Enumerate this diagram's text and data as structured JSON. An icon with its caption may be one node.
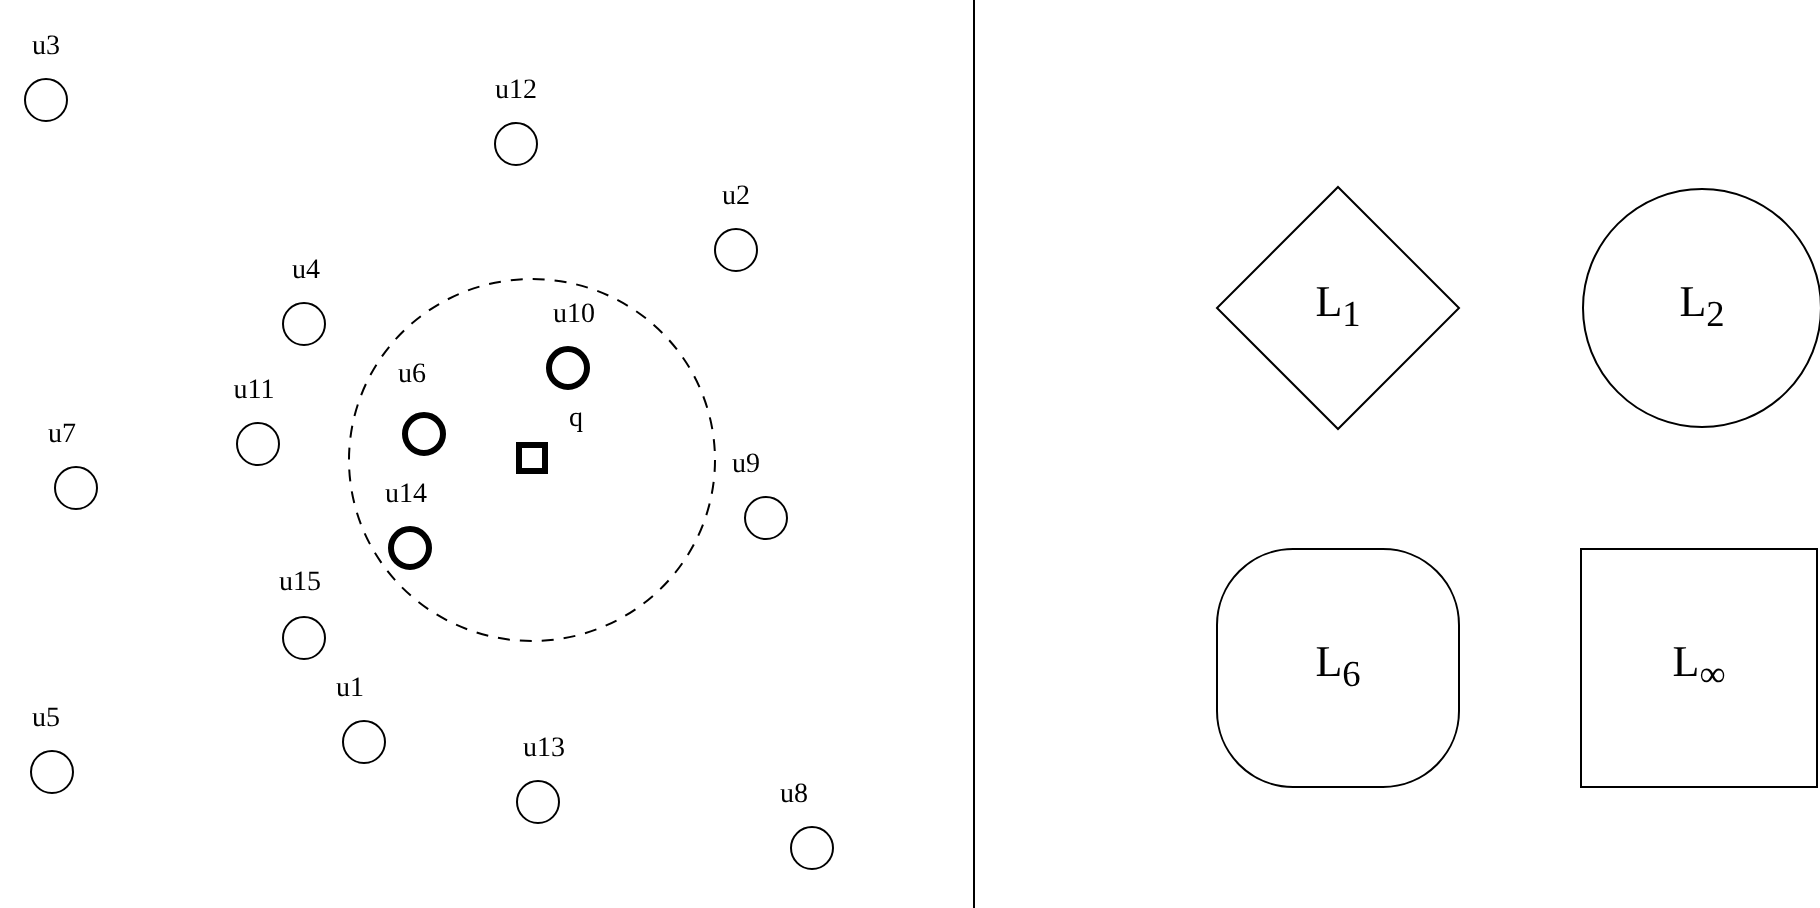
{
  "diagram": {
    "nodes": [
      {
        "text": [],
        "shape": "circle",
        "beside": [
          "u3"
        ]
      },
      {
        "text": [],
        "shape": "circle",
        "beside": [
          "u12"
        ]
      },
      {
        "text": [],
        "shape": "circle",
        "beside": [
          "u2"
        ]
      },
      {
        "text": [],
        "shape": "circle",
        "beside": [
          "u4"
        ]
      },
      {
        "text": [],
        "shape": "circle"
      },
      {
        "text": [],
        "shape": "circle",
        "beside": [
          "u10"
        ],
        "in": 4
      },
      {
        "text": [],
        "shape": "circle",
        "beside": [
          "u6"
        ],
        "in": 4
      },
      {
        "text": [],
        "shape": "box",
        "beside": [
          "q"
        ],
        "in": 4
      },
      {
        "text": [],
        "shape": "circle",
        "beside": [
          "u11"
        ]
      },
      {
        "text": [],
        "shape": "circle",
        "beside": [
          "u7"
        ]
      },
      {
        "text": [],
        "shape": "circle",
        "beside": [
          "u9"
        ]
      },
      {
        "text": [],
        "shape": "circle",
        "beside": [
          "u14"
        ],
        "in": 4
      },
      {
        "text": [],
        "shape": "circle",
        "beside": [
          "u15"
        ]
      },
      {
        "text": [],
        "shape": "circle",
        "beside": [
          "u1"
        ]
      },
      {
        "text": [],
        "shape": "circle",
        "beside": [
          "u5"
        ]
      },
      {
        "text": [],
        "shape": "circle",
        "beside": [
          "u13"
        ]
      },
      {
        "text": [],
        "shape": "circle",
        "beside": [
          "u8"
        ]
      },
      {
        "text": [
          "L$_{1}$"
        ]
      },
      {
        "text": [
          "L$_{2}$"
        ]
      },
      {
        "text": [
          "L$_{6}$"
        ]
      },
      {
        "text": [
          "L$_{∞}$"
        ]
      }
    ],
    "edges": []
  }
}
